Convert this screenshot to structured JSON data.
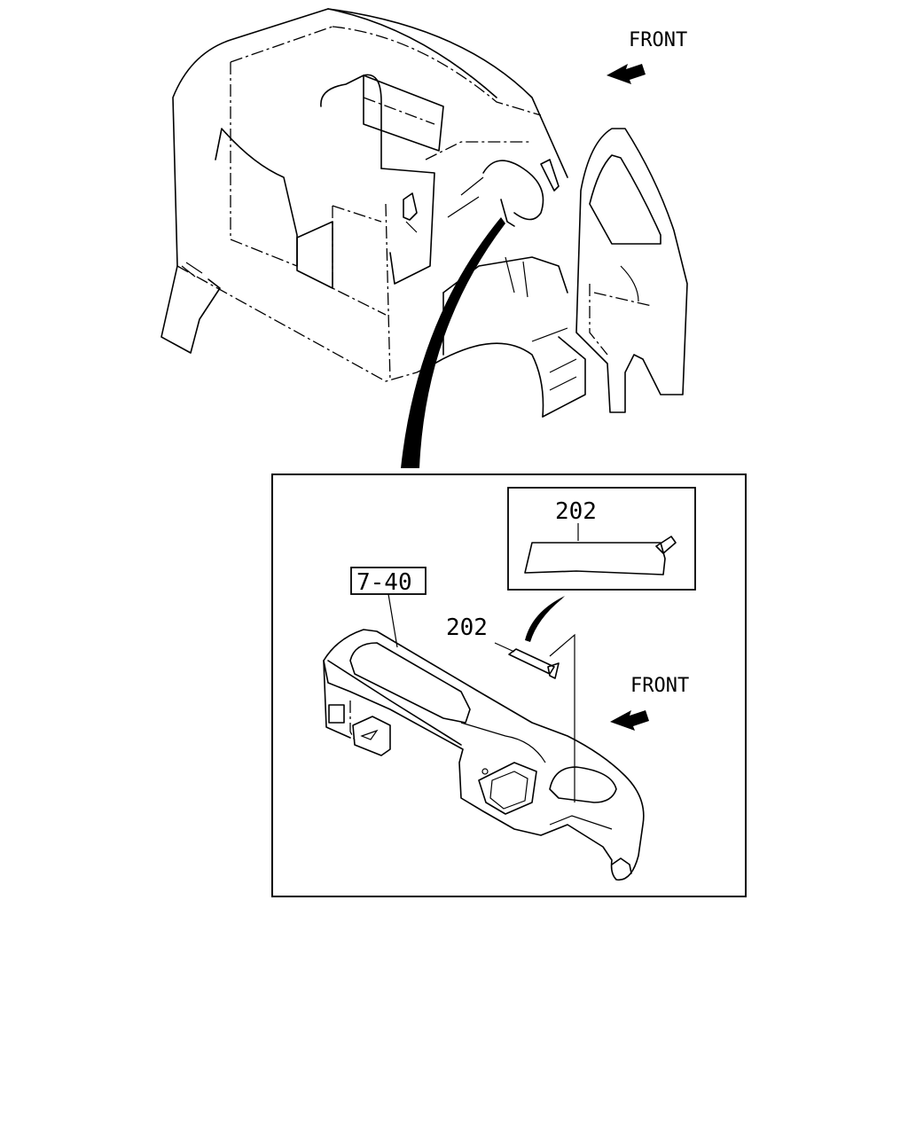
{
  "labels": {
    "front_top": "FRONT",
    "front_bottom": "FRONT",
    "ref_box": "7-40",
    "part_inset": "202",
    "part_main": "202"
  },
  "icons": {
    "front_arrow": "front-arrow-icon"
  },
  "colors": {
    "line": "#000000",
    "background": "#ffffff"
  }
}
